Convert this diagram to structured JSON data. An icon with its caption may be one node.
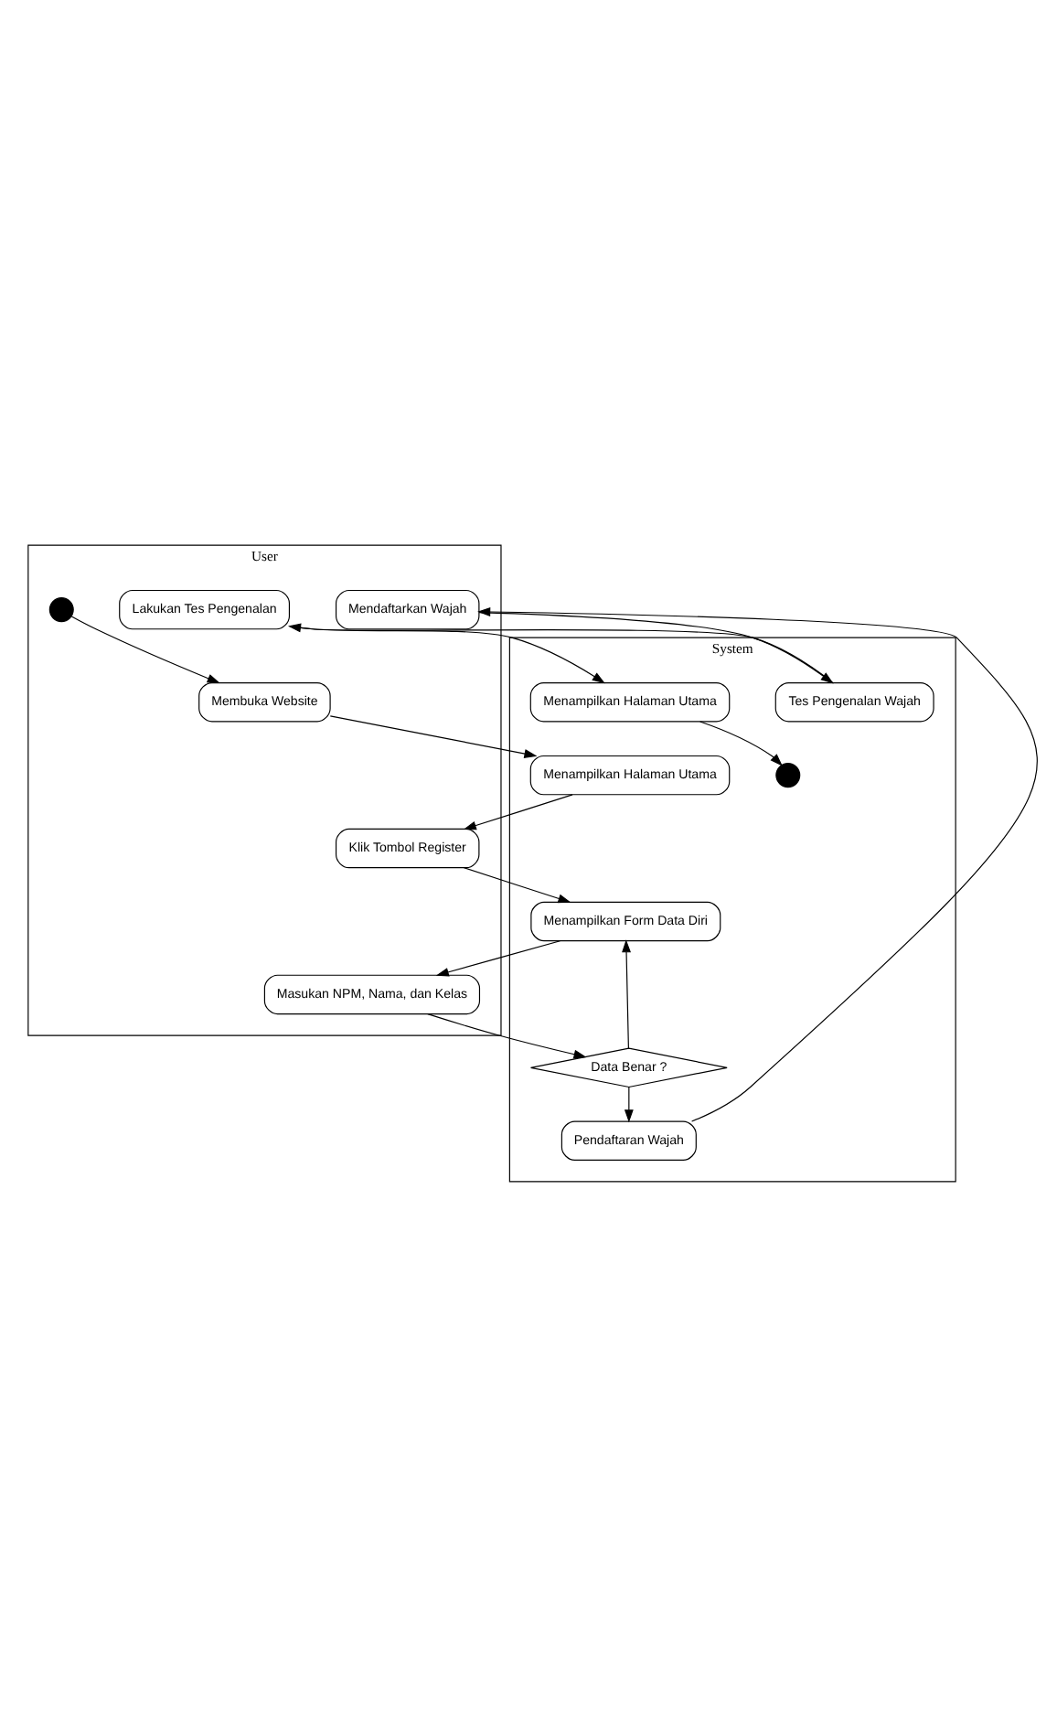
{
  "diagram": {
    "nodes": [
      {
        "text": [
          "User"
        ]
      },
      {
        "text": [
          "System"
        ]
      },
      {
        "text": [],
        "shape": "circle",
        "in": 0
      },
      {
        "text": [
          "Membuka Website"
        ],
        "in": 0
      },
      {
        "text": [
          "Menampilkan Halaman Utama"
        ],
        "in": 1
      },
      {
        "text": [
          "Klik Tombol Register"
        ],
        "in": 0
      },
      {
        "text": [
          "Menampilkan Form Data Diri"
        ],
        "in": 1
      },
      {
        "text": [
          "Masukan NPM, Nama, dan Kelas"
        ],
        "in": 0
      },
      {
        "text": [
          "Data Benar ?"
        ],
        "in": 1
      },
      {
        "text": [
          "Mendaftarkan Wajah"
        ],
        "in": 0
      },
      {
        "text": [
          "Pendaftaran Wajah"
        ],
        "in": 1
      },
      {
        "text": [
          "Lakukan Tes Pengenalan"
        ],
        "in": 0
      },
      {
        "text": [
          "Tes Pengenalan Wajah"
        ],
        "in": 1
      },
      {
        "text": [
          "Menampilkan Halaman Utama"
        ],
        "in": 1
      },
      {
        "text": [],
        "shape": "circle",
        "in": 1
      }
    ],
    "edges": [
      {
        "from": 2,
        "to": 3,
        "arrow": "to"
      },
      {
        "from": 3,
        "to": 4,
        "arrow": "to"
      },
      {
        "from": 4,
        "to": 5,
        "arrow": "to"
      },
      {
        "from": 5,
        "to": 6,
        "arrow": "to"
      },
      {
        "from": 6,
        "to": 7,
        "arrow": "to"
      },
      {
        "from": 7,
        "to": 8,
        "arrow": "to"
      },
      {
        "from": 8,
        "to": 6,
        "arrow": "to"
      },
      {
        "from": 8,
        "to": 10,
        "arrow": "to"
      },
      {
        "from": 10,
        "to": 9,
        "arrow": "to"
      },
      {
        "from": 9,
        "to": 12,
        "arrow": "to"
      },
      {
        "from": 12,
        "to": 11,
        "arrow": "to"
      },
      {
        "from": 11,
        "to": 13,
        "arrow": "to"
      },
      {
        "from": 13,
        "to": 14,
        "arrow": "to"
      }
    ]
  }
}
